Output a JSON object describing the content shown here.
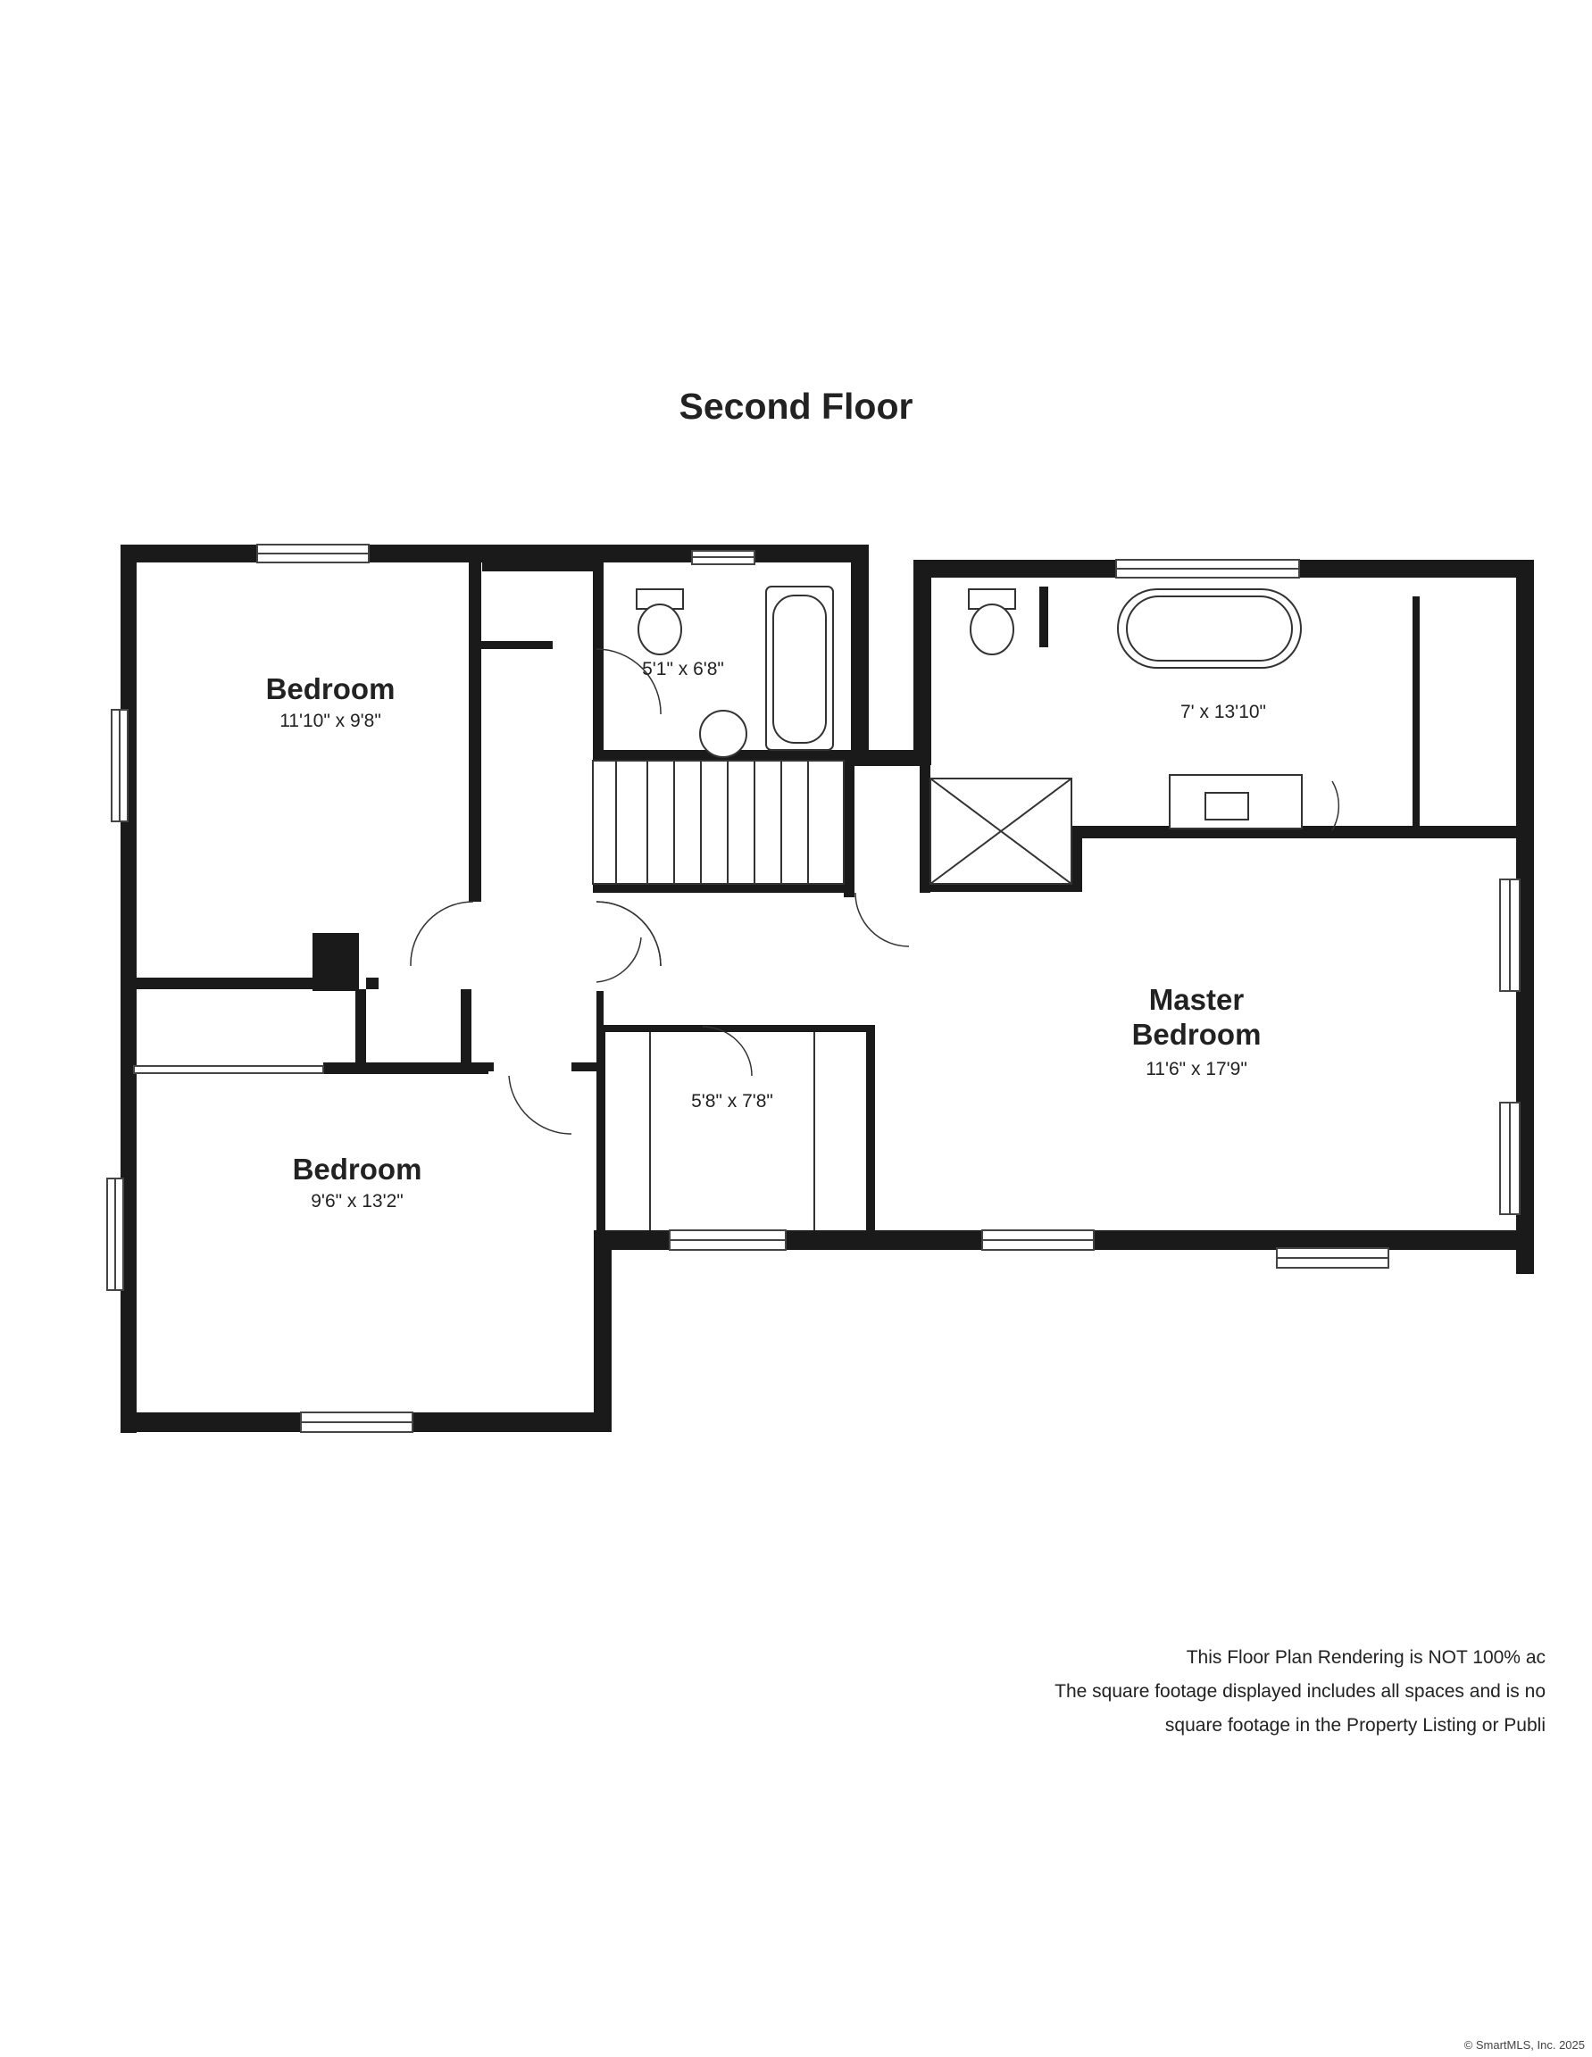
{
  "title": "Second Floor",
  "rooms": {
    "bedroom_top": {
      "label": "Bedroom",
      "dims": "11'10\" x 9'8\""
    },
    "bath_hall": {
      "dims": "5'1\" x 6'8\""
    },
    "master_bath": {
      "dims": "7' x 13'10\""
    },
    "master": {
      "label_line1": "Master",
      "label_line2": "Bedroom",
      "dims": "11'6\" x 17'9\""
    },
    "closet": {
      "dims": "5'8\" x 7'8\""
    },
    "bedroom_bottom": {
      "label": "Bedroom",
      "dims": "9'6\" x 13'2\""
    }
  },
  "disclaimer": {
    "line1": "This Floor Plan Rendering is NOT 100% ac",
    "line2": "The square footage displayed includes all spaces and is no",
    "line3": "square footage in the Property Listing or Publi"
  },
  "copyright": "© SmartMLS, Inc. 2025"
}
